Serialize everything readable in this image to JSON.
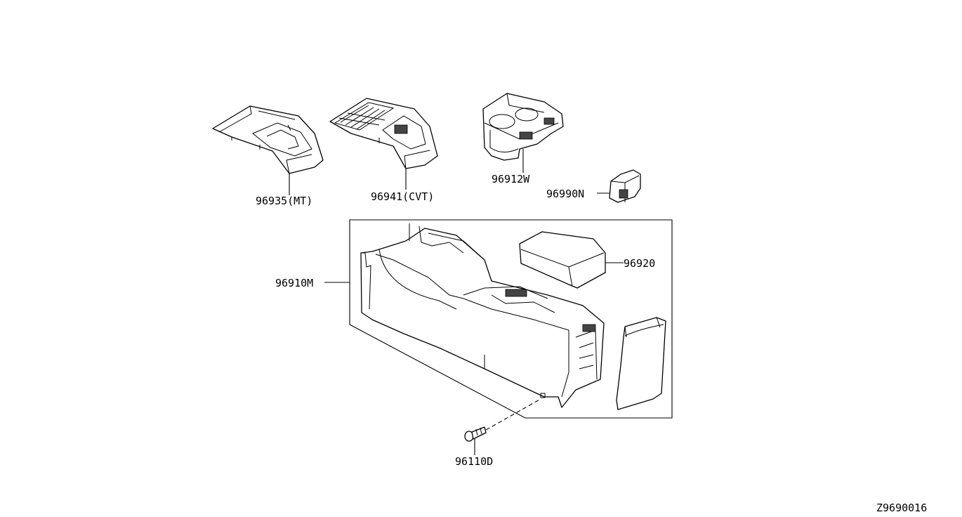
{
  "diagram": {
    "parts": [
      {
        "id": "shift-finisher-mt",
        "label": "96935(MT)"
      },
      {
        "id": "shift-finisher-cvt",
        "label": "96941(CVT)"
      },
      {
        "id": "cup-holder",
        "label": "96912W"
      },
      {
        "id": "bracket",
        "label": "96990N"
      },
      {
        "id": "console-box",
        "label": "96910M"
      },
      {
        "id": "console-lid",
        "label": "96920"
      },
      {
        "id": "screw",
        "label": "96110D"
      }
    ],
    "drawing_number": "Z9690016"
  }
}
